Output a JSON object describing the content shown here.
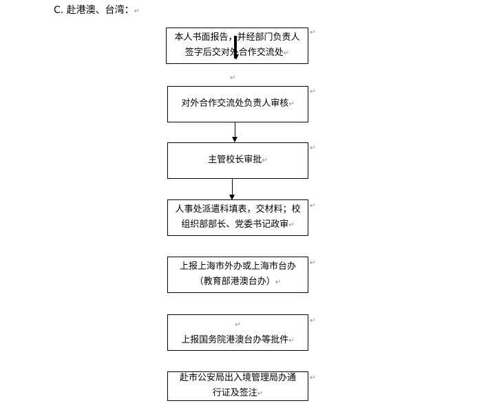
{
  "heading": "C. 赴港澳、台湾：",
  "mark": "↵",
  "steps": [
    {
      "line1": "本人书面报告，并经部门负责人",
      "line2": "签字后交对外合作交流处"
    },
    {
      "line1": "对外合作交流处负责人审核"
    },
    {
      "line1": "主管校长审批"
    },
    {
      "line1": "人事处派遣科填表，交材料；校",
      "line2": "组织部部长、党委书记政审"
    },
    {
      "line1": "上报上海市外办或上海市台办",
      "line2": "（教育部港澳台办）"
    },
    {
      "line1": "上报国务院港澳台办等批件"
    },
    {
      "line1": "赴市公安局出入境管理局办通",
      "line2": "行证及签注"
    }
  ]
}
